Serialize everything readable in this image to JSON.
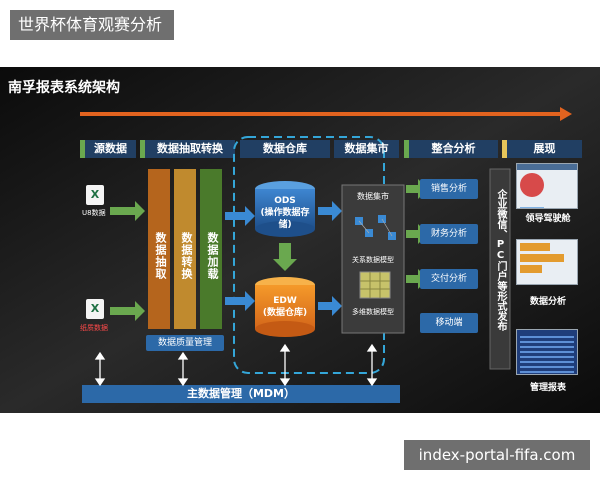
{
  "top_badge": "世界杯体育观赛分析",
  "bottom_badge": "index-portal-fifa.com",
  "diagram": {
    "title": "南孚报表系统架构",
    "stages": [
      "源数据",
      "数据抽取转换",
      "数据仓库",
      "数据集市",
      "整合分析",
      "展现"
    ],
    "sources": [
      {
        "label": "U8数据",
        "icon": "excel-icon"
      },
      {
        "label": "纸质数据",
        "icon": "excel-icon"
      }
    ],
    "etl": {
      "columns": [
        "数据抽取",
        "数据转换",
        "数据加载"
      ],
      "quality_label": "数据质量管理"
    },
    "warehouse": {
      "ods": "ODS\n(操作数据存储)",
      "edw": "EDW\n(数据仓库)"
    },
    "mart": {
      "label": "数据集市",
      "relational": "关系数据模型",
      "multidim": "多维数据模型"
    },
    "analysis": [
      "销售分析",
      "财务分析",
      "交付分析",
      "移动端"
    ],
    "publish": "企业微信、PC门户等形式发布",
    "display": [
      "领导驾驶舱",
      "数据分析",
      "管理报表"
    ],
    "mdm": "主数据管理（MDM）",
    "colors": {
      "accent_orange": "#e2631f",
      "green": "#3e8f2f",
      "blue": "#2c69a8",
      "stage_bg": "#213f63",
      "etl_orange": "#b5651d",
      "etl_green": "#4a7a2b",
      "dashed": "#34a6d8"
    }
  }
}
